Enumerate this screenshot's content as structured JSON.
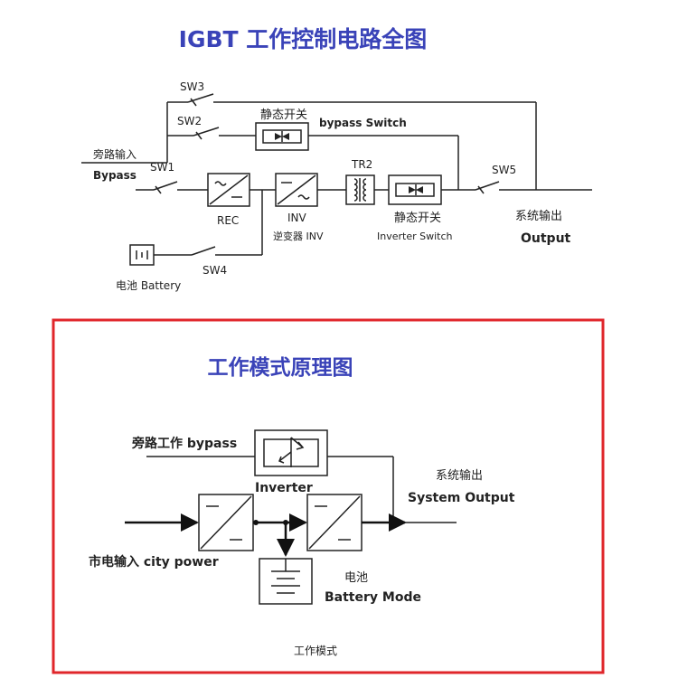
{
  "diagram1": {
    "title": "IGBT 工作控制电路全图",
    "sw3": "SW3",
    "sw2": "SW2",
    "sw1": "SW1",
    "sw4": "SW4",
    "sw5": "SW5",
    "tr2": "TR2",
    "static_switch_top": "静态开关",
    "bypass_switch": "bypass Switch",
    "bypass_in_cn": "旁路输入",
    "bypass_in_en": "Bypass",
    "rec": "REC",
    "inv": "INV",
    "inv_cn": "逆变器 INV",
    "static_switch_bottom": "静态开关",
    "inverter_switch": "Inverter Switch",
    "system_output_cn": "系统输出",
    "output_en": "Output",
    "battery": "电池 Battery"
  },
  "diagram2": {
    "title": "工作模式原理图",
    "bypass_work": "旁路工作 bypass",
    "inverter": "Inverter",
    "system_output_cn": "系统输出",
    "system_output_en": "System Output",
    "city_power": "市电输入 city power",
    "battery_cn": "电池",
    "battery_mode": "Battery Mode",
    "mode_caption": "工作模式"
  },
  "colors": {
    "title": "#3a43b8",
    "frame": "#e0262b",
    "line": "#222222"
  }
}
